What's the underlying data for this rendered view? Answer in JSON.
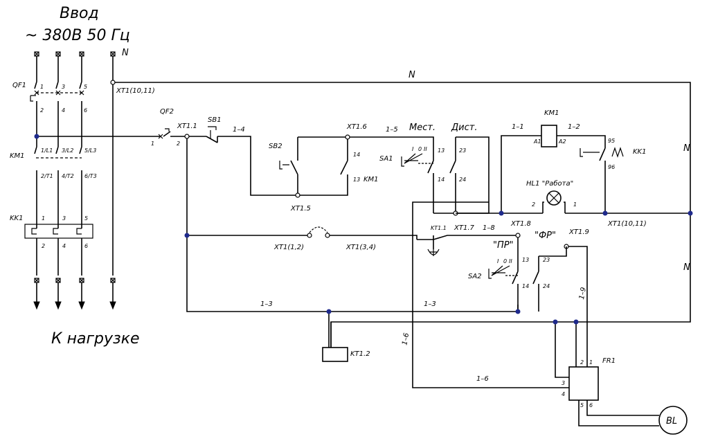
{
  "header": {
    "title": "Ввод",
    "supply": "~ 380В 50 Гц"
  },
  "footer": {
    "load_label": "К нагрузке"
  },
  "labels": {
    "N_top": "N",
    "N_wire": "N",
    "N_right1": "N",
    "N_right2": "N",
    "QF1": "QF1",
    "KM1_main": "KM1",
    "KK1_main": "KK1",
    "qf1_1": "1",
    "qf1_3": "3",
    "qf1_5": "5",
    "qf1_2": "2",
    "qf1_4": "4",
    "qf1_6": "6",
    "km_L1": "1/L1",
    "km_L2": "3/L2",
    "km_L3": "5/L3",
    "km_T1": "2/T1",
    "km_T2": "4/T2",
    "km_T3": "6/T3",
    "kk_1": "1",
    "kk_3": "3",
    "kk_5": "5",
    "kk_2": "2",
    "kk_4": "4",
    "kk_6": "6",
    "XT1_10_11_left": "XT1(10,11)",
    "QF2": "QF2",
    "qf2_1": "1",
    "qf2_2": "2",
    "XT11": "XT1.1",
    "SB1": "SB1",
    "w1_4": "1–4",
    "SB2": "SB2",
    "XT16": "XT1.6",
    "w1_5": "1–5",
    "km_14": "14",
    "km_13": "13",
    "KM1_aux": "KM1",
    "XT15": "XT1.5",
    "mest": "Мест.",
    "dist": "Дист.",
    "SA1": "SA1",
    "sa1_I": "I",
    "sa1_0": "0",
    "sa1_II": "II",
    "sa1_13": "13",
    "sa1_23": "23",
    "sa1_14": "14",
    "sa1_24": "24",
    "XT17": "XT1.7",
    "w1_1": "1–1",
    "KM1_coil": "KM1",
    "w1_2": "1–2",
    "A1": "A1",
    "A2": "A2",
    "kk_95": "95",
    "kk_96": "96",
    "KK1_aux": "KK1",
    "HL1": "HL1 \"Работа\"",
    "hl_2": "2",
    "hl_1": "1",
    "XT1_10_11_right": "XT1(10,11)",
    "XT1_12": "XT1(1,2)",
    "XT1_34": "XT1(3,4)",
    "KT11": "KT1.1",
    "XT18": "XT1.8",
    "w1_8": "1–8",
    "PR": "\"ПР\"",
    "FR": "\"ФР\"",
    "XT19": "XT1.9",
    "SA2": "SA2",
    "sa2_I": "I",
    "sa2_0": "0",
    "sa2_II": "II",
    "sa2_13": "13",
    "sa2_23": "23",
    "sa2_14": "14",
    "sa2_24": "24",
    "w1_3a": "1–3",
    "w1_3b": "1–3",
    "w1_9": "1–9",
    "w1_6a": "1–6",
    "w1_6b": "1–6",
    "KT12": "KT1.2",
    "FR1": "FR1",
    "fr_2": "2",
    "fr_1": "1",
    "fr_3": "3",
    "fr_4": "4",
    "fr_5": "5",
    "fr_6": "6",
    "BL": "BL"
  }
}
